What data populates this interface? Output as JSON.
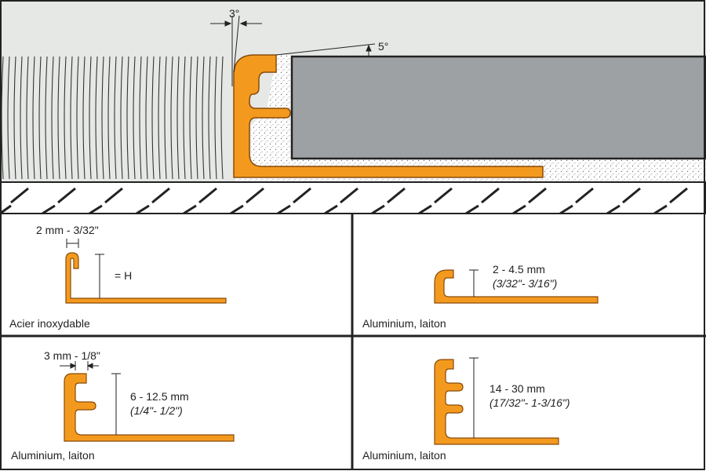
{
  "colors": {
    "profile": "#f39a1e",
    "profile_stroke": "#8a4b0a",
    "tile": "#9ea1a4",
    "wall": "#e6e8e6",
    "outline": "#222222"
  },
  "top": {
    "angle_joint": "3°",
    "angle_tile": "5°"
  },
  "panels": [
    {
      "width_label": "2 mm - 3/32\"",
      "height_label": "= H",
      "material": "Acier inoxydable"
    },
    {
      "dim_mm": "2 - 4.5 mm",
      "dim_in": "(3/32\"- 3/16\")",
      "material": "Aluminium, laiton"
    },
    {
      "width_label": "3 mm - 1/8\"",
      "dim_mm": "6 - 12.5 mm",
      "dim_in": "(1/4\"- 1/2\")",
      "material": "Aluminium, laiton"
    },
    {
      "dim_mm": "14 - 30 mm",
      "dim_in": "(17/32\"- 1-3/16\")",
      "material": "Aluminium, laiton"
    }
  ]
}
